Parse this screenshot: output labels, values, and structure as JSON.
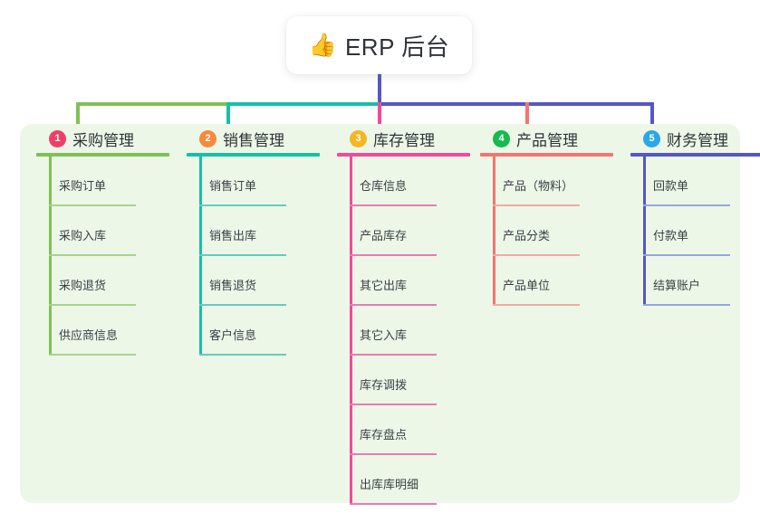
{
  "root": {
    "icon": "thumbs-up-icon",
    "emoji": "👍",
    "title": "ERP 后台"
  },
  "theme": {
    "page_background": "#ffffff",
    "panel_background": "#edf7e8",
    "card_background": "#ffffff",
    "text": "#2f3337",
    "trunk": "#5457c4"
  },
  "columns": [
    {
      "number": "1",
      "title": "采购管理",
      "badge_color": "#ee3f6a",
      "line_color": "#7ec156",
      "leaf_line_color": "#a8d48a",
      "items": [
        "采购订单",
        "采购入库",
        "采购退货",
        "供应商信息"
      ]
    },
    {
      "number": "2",
      "title": "销售管理",
      "badge_color": "#f58a3c",
      "line_color": "#15c0a5",
      "leaf_line_color": "#62ccbf",
      "items": [
        "销售订单",
        "销售出库",
        "销售退货",
        "客户信息"
      ]
    },
    {
      "number": "3",
      "title": "库存管理",
      "badge_color": "#f5b526",
      "line_color": "#ee4b9b",
      "leaf_line_color": "#e87bb4",
      "items": [
        "仓库信息",
        "产品库存",
        "其它出库",
        "其它入库",
        "库存调拨",
        "库存盘点",
        "出库库明细"
      ]
    },
    {
      "number": "4",
      "title": "产品管理",
      "badge_color": "#18b94e",
      "line_color": "#f4756d",
      "leaf_line_color": "#f7a7a1",
      "items": [
        "产品（物料）",
        "产品分类",
        "产品单位"
      ]
    },
    {
      "number": "5",
      "title": "财务管理",
      "badge_color": "#2aa7e8",
      "line_color": "#5457c4",
      "leaf_line_color": "#94a6de",
      "items": [
        "回款单",
        "付款单",
        "结算账户"
      ]
    }
  ]
}
